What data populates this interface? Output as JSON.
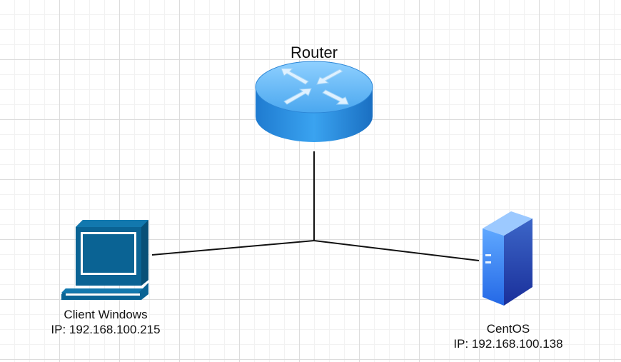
{
  "diagram": {
    "router": {
      "label": "Router",
      "icon": "router-icon"
    },
    "client": {
      "name": "Client Windows",
      "ip": "IP: 192.168.100.215",
      "icon": "computer-icon"
    },
    "server": {
      "name": "CentOS",
      "ip": "IP: 192.168.100.138",
      "icon": "server-icon"
    },
    "links": [
      {
        "from": "router",
        "to": "junction"
      },
      {
        "from": "junction",
        "to": "client"
      },
      {
        "from": "junction",
        "to": "server"
      }
    ],
    "colors": {
      "line": "#111111",
      "router_blue": "#2f8fde",
      "computer_blue": "#0a6394",
      "server_blue": "#2f6fe0"
    }
  }
}
